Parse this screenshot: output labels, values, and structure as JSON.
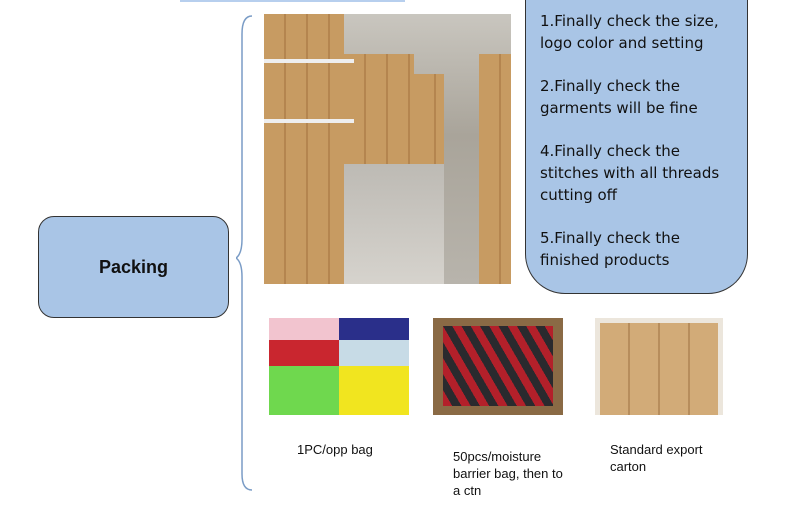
{
  "title": "Packing",
  "checks": [
    "1.Finally check the size, logo color and setting",
    "2.Finally check the garments will be fine",
    "4.Finally check the stitches with all threads cutting off",
    "5.Finally check the finished products"
  ],
  "captions": [
    "1PC/opp bag",
    "50pcs/moisture barrier bag, then to a ctn",
    "Standard export carton"
  ],
  "colors": {
    "box": "#a9c5e6"
  }
}
